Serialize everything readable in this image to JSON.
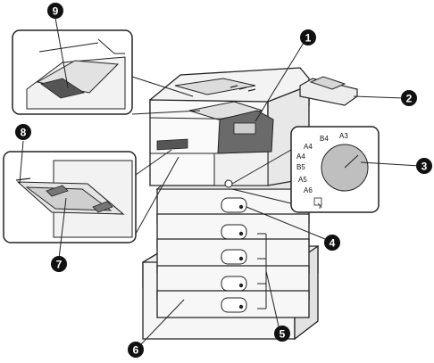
{
  "callouts": [
    {
      "num": "1"
    },
    {
      "num": "2"
    },
    {
      "num": "3"
    },
    {
      "num": "4"
    },
    {
      "num": "5"
    },
    {
      "num": "6"
    },
    {
      "num": "7"
    },
    {
      "num": "8"
    },
    {
      "num": "9"
    }
  ],
  "dial": {
    "labels": [
      "B4",
      "A3",
      "A4",
      "A4",
      "B5",
      "A5",
      "A6"
    ]
  },
  "colors": {
    "line": "#222222",
    "panel_fill": "#ffffff",
    "body_fill": "#f4f4f4",
    "shade": "#d9d9d9",
    "dark": "#555555",
    "dial_fill": "#bfbfbf",
    "callout_fill": "#111111"
  }
}
